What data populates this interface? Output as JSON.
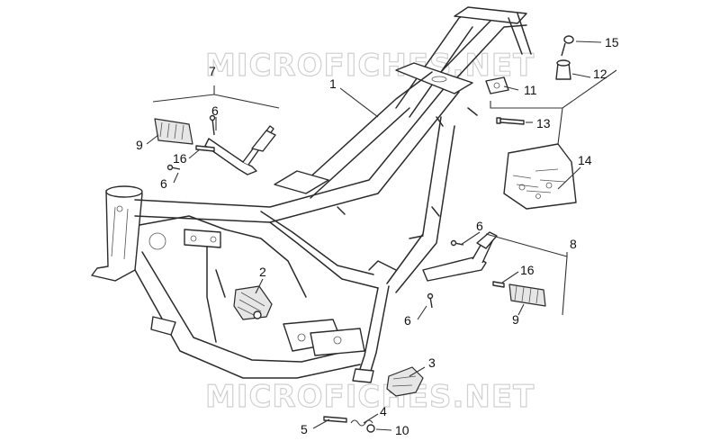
{
  "watermark": {
    "top": "MICROFICHES.NET",
    "bottom": "MICROFICHES.NET"
  },
  "callouts": {
    "c1": "1",
    "c2": "2",
    "c3": "3",
    "c4": "4",
    "c5": "5",
    "c6a": "6",
    "c6b": "6",
    "c6c": "6",
    "c6d": "6",
    "c7": "7",
    "c8": "8",
    "c9a": "9",
    "c9b": "9",
    "c10": "10",
    "c11": "11",
    "c12": "12",
    "c13": "13",
    "c14": "14",
    "c15": "15",
    "c16a": "16",
    "c16b": "16"
  }
}
